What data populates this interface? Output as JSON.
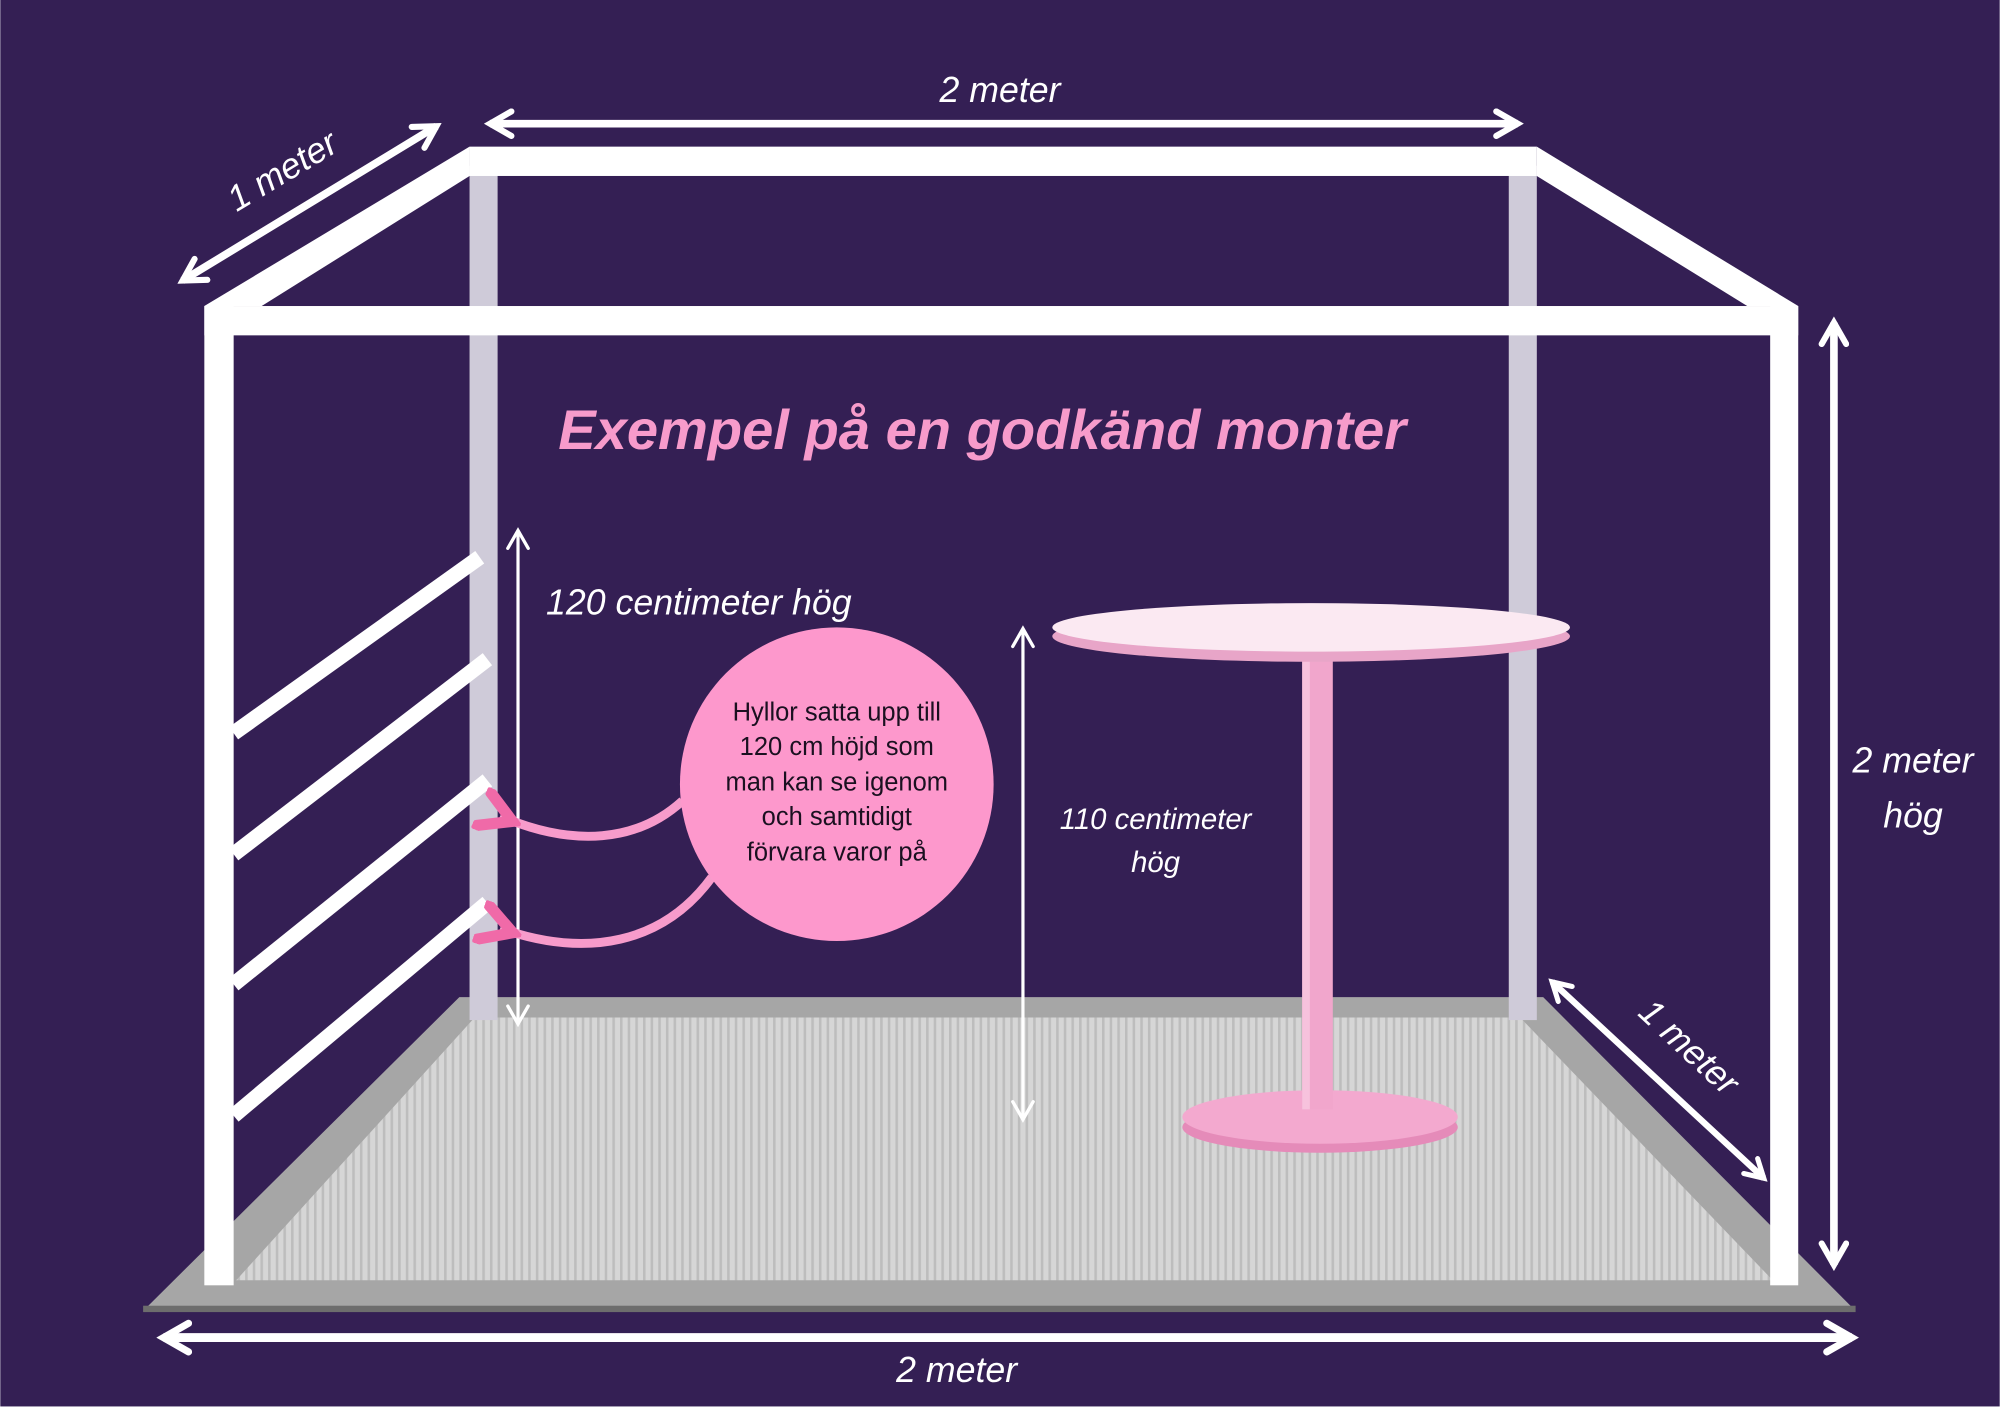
{
  "title": "Exempel på en godkänd monter",
  "dimensions": {
    "top_width": "2 meter",
    "top_depth": "1 meter",
    "right_height_line1": "2 meter",
    "right_height_line2": "hög",
    "bottom_width": "2 meter",
    "bottom_depth": "1 meter"
  },
  "shelf_height_label": "120 centimeter hög",
  "table_height_label_line1": "110 centimeter",
  "table_height_label_line2": "hög",
  "bubble": {
    "lines": [
      "Hyllor satta upp till",
      "120 cm höjd som",
      "man kan se igenom",
      "och samtidigt",
      "förvara varor på"
    ]
  },
  "colors": {
    "background": "#341f54",
    "accent_pink": "#f79bcb",
    "bubble": "#fd98cc",
    "frame": "#ffffff",
    "back_posts": "#cfcbd9",
    "floor": "#a6a6a6"
  }
}
